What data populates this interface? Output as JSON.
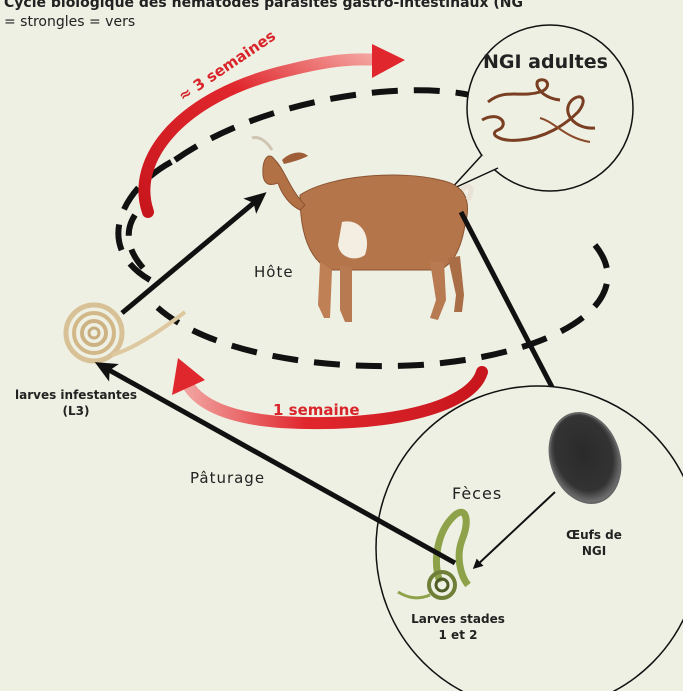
{
  "header": {
    "title_prefix": "Cycle biologique des nématodes parasites gastro-intestinaux (NG",
    "title_suffix": "= strongles = vers"
  },
  "labels": {
    "adult": "NGI adultes",
    "three_weeks": "≈ 3 semaines",
    "host": "Hôte",
    "infective_larvae_line1": "larves infestantes",
    "infective_larvae_line2": "(L3)",
    "one_week": "1 semaine",
    "pasture": "Pâturage",
    "feces": "Fèces",
    "eggs_line1": "Œufs de",
    "eggs_line2": "NGI",
    "larvae12_line1": "Larves stades",
    "larvae12_line2": "1 et 2"
  },
  "colors": {
    "background": "#eef0e3",
    "red_arrow": "#d8242a",
    "black": "#111111"
  }
}
